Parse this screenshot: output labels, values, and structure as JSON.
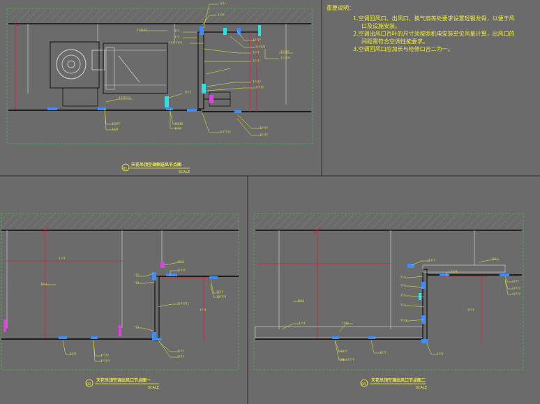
{
  "colors": {
    "background": "#6b6b6b",
    "frame": "#2a2a2a",
    "dashed_border": "#3fc43f",
    "hatch": "#8e8e8e",
    "structure": "#101010",
    "dimension": "#e0183a",
    "leader": "#f2ee3a",
    "hanger": "#c9c9c9",
    "fitting_blue": "#3a8cff",
    "fitting_cyan": "#2fe0e0",
    "fitting_magenta": "#e040e0",
    "equipment": "#d8d8d8"
  },
  "notes": {
    "title": "重要说明：",
    "items": [
      "1.空调回风口、出风口、换气扇等处要求设置轻钢龙骨，以便于风",
      "口及设施安装。",
      "2.空调出风口百叶的尺寸须按照机电安装单位风量计算，出风口的",
      "间距需符合空调性能要求。",
      "3.空调回风口应加长与检修口合二为一。"
    ]
  },
  "details": [
    {
      "num": "01",
      "title": "天花吊顶空调侧送风节点图",
      "scale": "SCALE"
    },
    {
      "num": "02",
      "title": "天花吊顶空调出风口节点图一",
      "scale": "SCALE"
    },
    {
      "num": "04",
      "title": "天花吊顶空调出风口节点图二",
      "scale": "SCALE"
    }
  ],
  "labels": {
    "d1": [
      "????",
      "????",
      "???",
      "??????",
      "????????",
      "?????",
      "??????",
      "????",
      "????",
      "??????",
      "?????",
      "?????",
      "?????",
      "????",
      "????",
      "???????",
      "?????",
      "?????"
    ],
    "d2": [
      "????",
      "???",
      "???",
      "?????",
      "???????",
      "????",
      "??????",
      "???",
      "????",
      "?????",
      "????",
      "????",
      "??????",
      "????"
    ],
    "d4": [
      "????",
      "?????",
      "????",
      "???",
      "???",
      "???",
      "???",
      "????",
      "????",
      "?????",
      "????",
      "?????",
      "????",
      "????",
      "?????",
      "??Nos????"
    ]
  }
}
